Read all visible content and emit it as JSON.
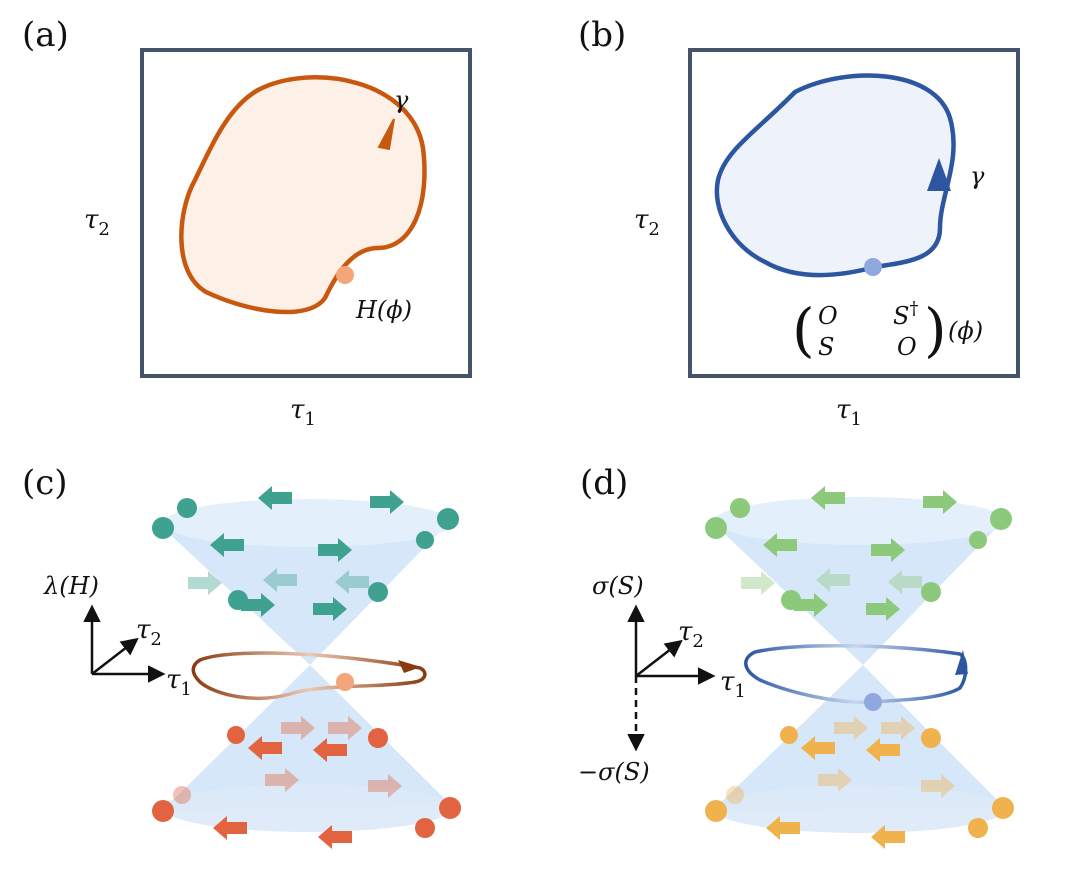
{
  "figure": {
    "panels": [
      {
        "letter": "(a)",
        "axis_x": "τ",
        "axis_x_sub": "1",
        "axis_y": "τ",
        "axis_y_sub": "2",
        "loop_label": "γ",
        "point_label": "H(ϕ)",
        "loop_color": "#c8580f",
        "fill_color": "#fdf0e6",
        "point_color": "#f4a57a"
      },
      {
        "letter": "(b)",
        "axis_x": "τ",
        "axis_x_sub": "1",
        "axis_y": "τ",
        "axis_y_sub": "2",
        "loop_label": "γ",
        "loop_color": "#2c56a0",
        "fill_color": "#eef3fb",
        "point_color": "#8fa8e0",
        "matrix": {
          "a11": "O",
          "a12": "S",
          "a12_sup": "†",
          "a21": "S",
          "a22": "O",
          "suffix": "(ϕ)"
        }
      },
      {
        "letter": "(c)",
        "vertical_axis": "λ(H)",
        "axis_x": "τ",
        "axis_x_sub": "1",
        "axis_y": "τ",
        "axis_y_sub": "2",
        "upper_color": "#3fa291",
        "lower_color": "#e2633f",
        "loop_color": "#8b3a10",
        "point_color": "#f4a57a"
      },
      {
        "letter": "(d)",
        "vertical_axis_up": "σ(S)",
        "vertical_axis_down": "−σ(S)",
        "axis_x": "τ",
        "axis_x_sub": "1",
        "axis_y": "τ",
        "axis_y_sub": "2",
        "upper_color": "#8cc97a",
        "lower_color": "#f0b24d",
        "loop_color": "#2c56a0",
        "point_color": "#8fa8e0"
      }
    ],
    "cone_color": "#cfe3f8",
    "frame_color": "#46546b"
  }
}
